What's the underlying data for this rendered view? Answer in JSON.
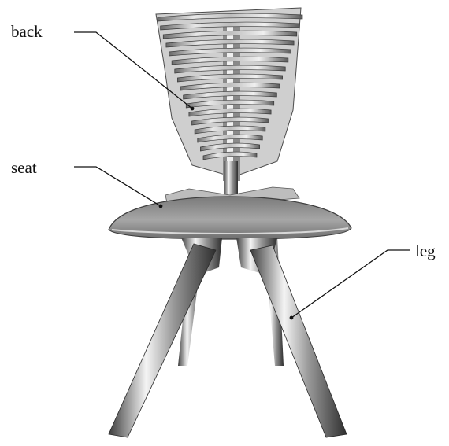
{
  "labels": {
    "back": "back",
    "seat": "seat",
    "leg": "leg"
  },
  "colors": {
    "metal_light": "#f2f2f2",
    "metal_mid": "#a9a9a9",
    "metal_dark": "#4a4a4a",
    "seat_top": "#8d8d8d",
    "ink": "#111111"
  }
}
